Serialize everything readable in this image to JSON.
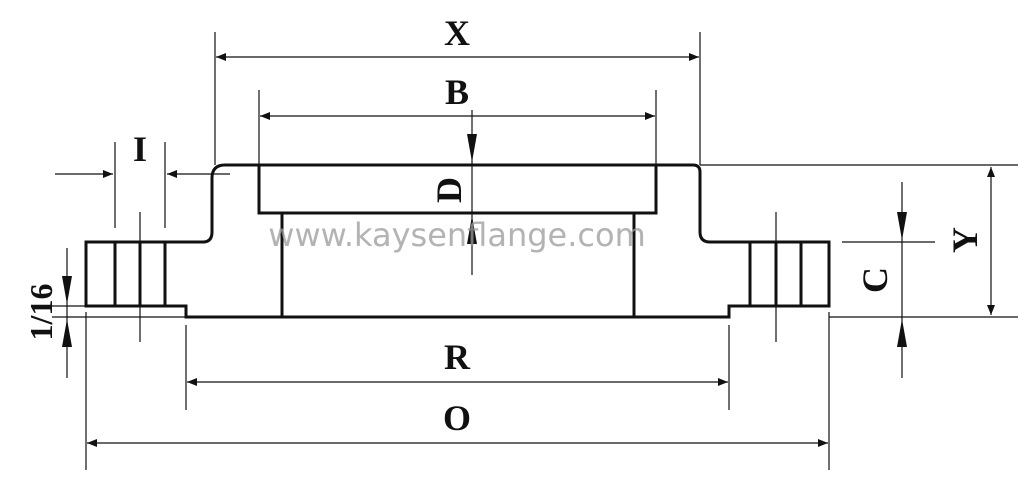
{
  "diagram": {
    "labels": {
      "x": "X",
      "b": "B",
      "d": "D",
      "i": "I",
      "y": "Y",
      "c": "C",
      "r": "R",
      "o": "O",
      "raised_face": "1/16"
    },
    "watermark": "www.kaysenflange.com"
  }
}
